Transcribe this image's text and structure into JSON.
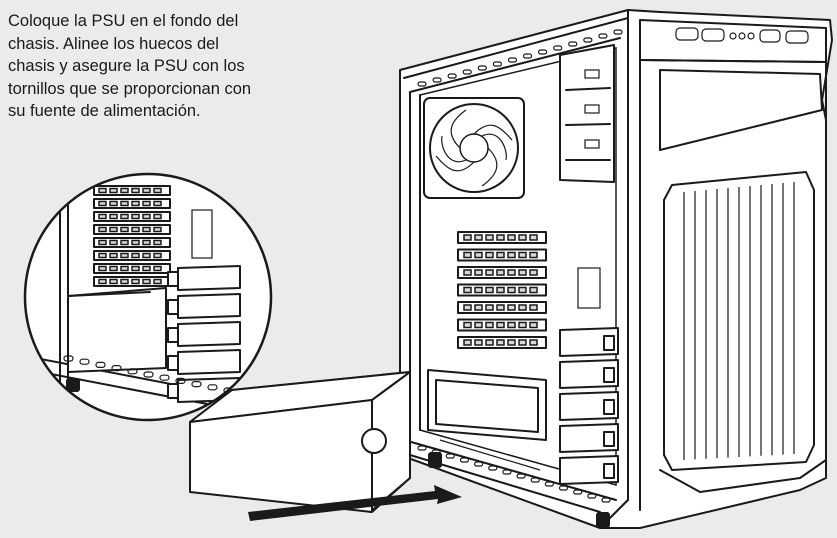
{
  "instruction": {
    "lines": [
      "Coloque la PSU en el fondo del",
      "chasis. Alinee los huecos del",
      "chasis y asegure la PSU con los",
      "tornillos que se proporcionan con",
      "su fuente de alimentación."
    ]
  },
  "colors": {
    "background": "#ebebeb",
    "line": "#1a1a1a",
    "panel": "#ffffff"
  },
  "icons": {
    "arrow": "insert-direction-arrow",
    "fan": "case-fan-icon",
    "psu": "power-supply-unit"
  }
}
